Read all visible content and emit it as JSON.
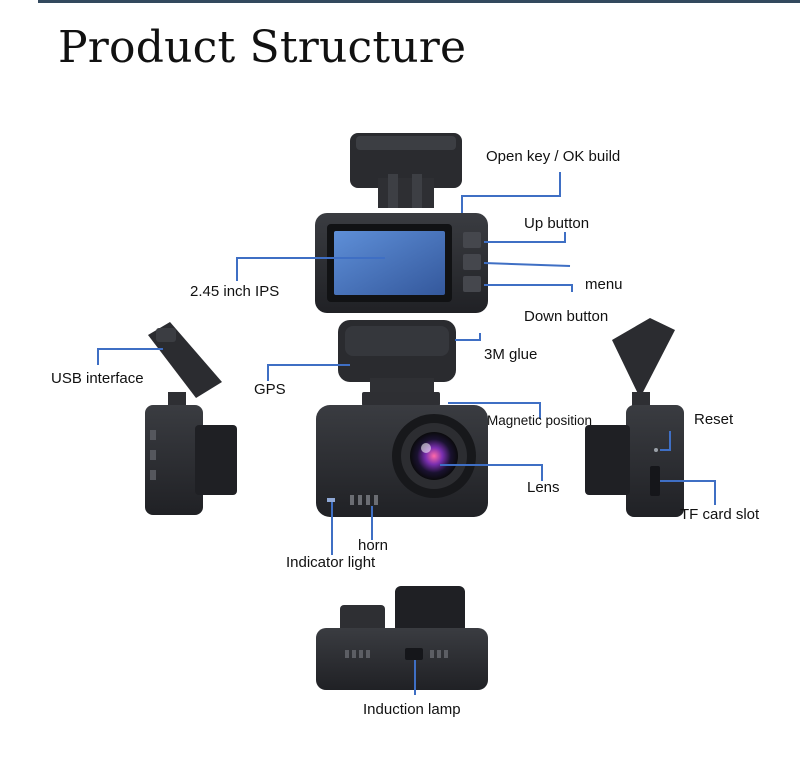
{
  "page": {
    "title": "Product Structure"
  },
  "colors": {
    "callout_line": "#3f6fc4",
    "device_body": "#2b2d31",
    "device_dark": "#1c1d20",
    "screen_blue": "#4a78c4"
  },
  "labels": {
    "open_key": "Open key / OK build",
    "up_button": "Up button",
    "menu": "menu",
    "down_button": "Down button",
    "screen": "2.45 inch IPS",
    "glue": "3M glue",
    "gps": "GPS",
    "usb": "USB interface",
    "magnetic": "Magnetic position",
    "lens": "Lens",
    "reset": "Reset",
    "tf_slot": "TF card slot",
    "horn": "horn",
    "indicator": "Indicator light",
    "induction": "Induction lamp"
  }
}
